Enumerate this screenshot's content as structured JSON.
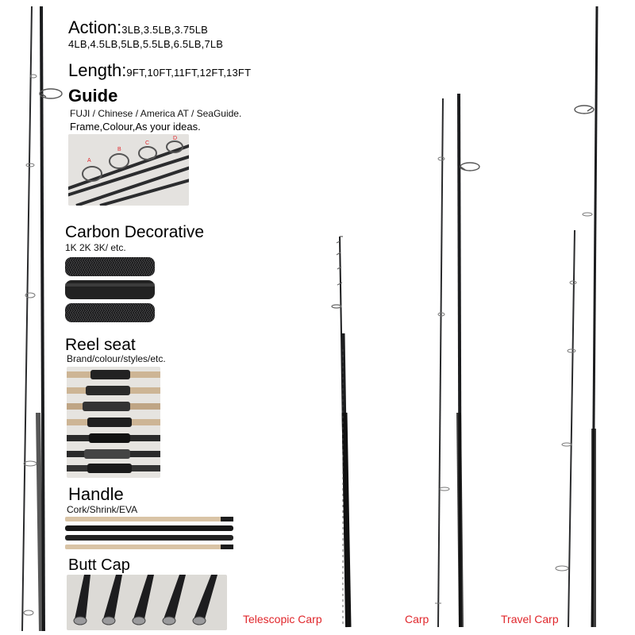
{
  "action": {
    "label": "Action:",
    "line1": "3LB,3.5LB,3.75LB",
    "line2": "4LB,4.5LB,5LB,5.5LB,6.5LB,7LB"
  },
  "length": {
    "label": "Length:",
    "values": "9FT,10FT,11FT,12FT,13FT"
  },
  "guide": {
    "title": "Guide",
    "brands": "FUJI / Chinese / America AT / SeaGuide.",
    "note": "Frame,Colour,As your ideas.",
    "markers": [
      "A",
      "B",
      "C",
      "D"
    ]
  },
  "carbon": {
    "title": "Carbon Decorative",
    "types": "1K 2K 3K/ etc."
  },
  "reel_seat": {
    "title": "Reel seat",
    "note": "Brand/colour/styles/etc."
  },
  "handle": {
    "title": "Handle",
    "types": "Cork/Shrink/EVA"
  },
  "butt_cap": {
    "title": "Butt Cap"
  },
  "captions": {
    "telescopic": "Telescopic Carp",
    "carp": "Carp",
    "travel": "Travel Carp"
  },
  "colors": {
    "caption_red": "#e0262b",
    "blank": "#1c1d1f",
    "cork": "#d9c4a6",
    "photo_bg": "#e8e6e2"
  }
}
